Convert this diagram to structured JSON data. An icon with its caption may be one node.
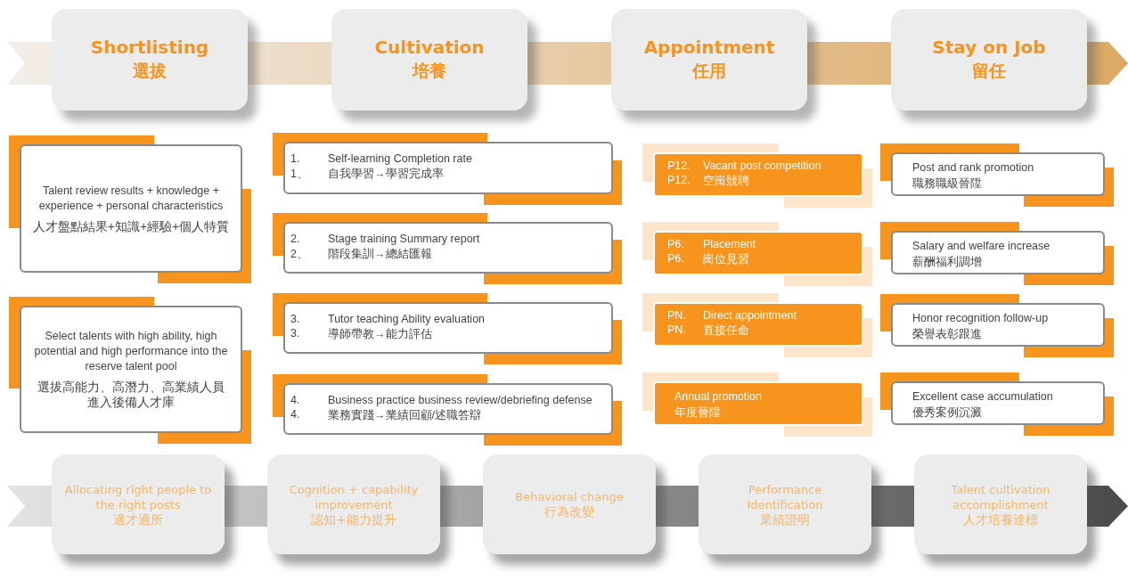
{
  "diagram": {
    "nodes": [
      {
        "text": [
          "Shortlisting",
          "選拔"
        ]
      },
      {
        "text": [
          "Cultivation",
          "培養"
        ]
      },
      {
        "text": [
          "Appointment",
          "任用"
        ]
      },
      {
        "text": [
          "Stay on Job",
          "留任"
        ]
      },
      {
        "text": [
          "Talent review results + knowledge + experience + personal characteristics",
          "人才盤點結果+知識+經驗+個人特質"
        ]
      },
      {
        "text": [
          "Select talents with high ability, high potential and high performance into the reserve talent pool",
          "選拔高能力、高潛力、高業績人員進入後備人才庫"
        ]
      },
      {
        "text": [
          "1.",
          "Self-learning Completion rate",
          "1、",
          "自我學習→學習完成率"
        ]
      },
      {
        "text": [
          "2.",
          "Stage training Summary report",
          "2、",
          "階段集訓→總結匯報"
        ]
      },
      {
        "text": [
          "3.",
          "Tutor teaching Ability evaluation",
          "3.",
          "導師帶教→能力評估"
        ]
      },
      {
        "text": [
          "4.",
          "Business practice business review/debriefing defense",
          "4.",
          "業務實踐→業績回顧/述職答辯"
        ]
      },
      {
        "text": [
          "P12.",
          "Vacant post competition",
          "P12.",
          "空崗競聘"
        ]
      },
      {
        "text": [
          "P6.",
          "Placement",
          "P6.",
          "崗位見習"
        ]
      },
      {
        "text": [
          "PN.",
          "Direct appointment",
          "PN.",
          "直接任命"
        ]
      },
      {
        "text": [
          "Annual promotion",
          "年度晉陞"
        ]
      },
      {
        "text": [
          "Post and rank promotion",
          "職務職級晉陞"
        ]
      },
      {
        "text": [
          "Salary and welfare increase",
          "薪酬福利調增"
        ]
      },
      {
        "text": [
          "Honor recognition follow-up",
          "榮譽表彰跟進"
        ]
      },
      {
        "text": [
          "Excellent case accumulation",
          "優秀案例沉澱"
        ]
      },
      {
        "text": [
          "Allocating right people to the right posts",
          "適才適所"
        ]
      },
      {
        "text": [
          "Cognition + capability improvement",
          "認知+能力提升"
        ]
      },
      {
        "text": [
          "Behavioral change",
          "行為改變"
        ]
      },
      {
        "text": [
          "Performance Identification",
          "業績證明"
        ]
      },
      {
        "text": [
          "Talent cultivation accomplishment",
          "人才培養達標"
        ]
      }
    ]
  }
}
